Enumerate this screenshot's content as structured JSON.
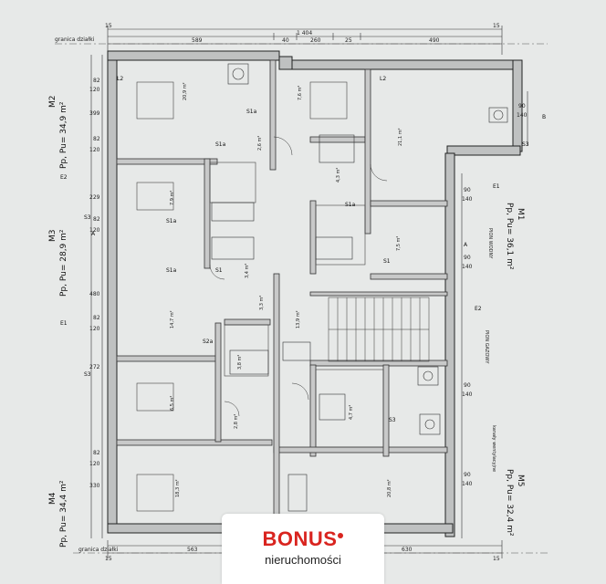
{
  "plot_boundary": {
    "top": "granica działki",
    "bottom": "granica działki"
  },
  "top_dims": {
    "total": "1 404",
    "parts": [
      "589",
      "40",
      "260",
      "25",
      "490"
    ],
    "edges": [
      "15",
      "15"
    ]
  },
  "bottom_dims": {
    "parts": [
      "563",
      "630"
    ],
    "edges": [
      "15",
      "15"
    ]
  },
  "units": [
    {
      "id": "M1",
      "area": "Pp, Pu= 36,1 m²"
    },
    {
      "id": "M2",
      "area": "Pp, Pu= 34,9 m²"
    },
    {
      "id": "M3",
      "area": "Pp, Pu= 28,9 m²"
    },
    {
      "id": "M4",
      "area": "Pp, Pu= 34,4 m²"
    },
    {
      "id": "M5",
      "area": "Pp, Pu= 32,4 m²"
    }
  ],
  "room_areas": [
    "20,9 m²",
    "7,6 m²",
    "21,1 m²",
    "2,6 m²",
    "4,3 m²",
    "7,5 m²",
    "7,9 m²",
    "3,4 m²",
    "14,7 m²",
    "3,3 m²",
    "3,8 m²",
    "13,9 m²",
    "6,5 m²",
    "4,7 m²",
    "2,8 m²",
    "18,3 m²",
    "20,8 m²"
  ],
  "labels": {
    "water": "PION WODNY",
    "gas": "PION GAZOWY",
    "ventilation": "kanały wentylacyjne"
  },
  "codes": [
    "L2",
    "L2",
    "S1a",
    "S1a",
    "S1a",
    "S1a",
    "S1a",
    "S2a",
    "S3",
    "S3",
    "S3",
    "S3",
    "S1",
    "S1",
    "A",
    "A",
    "B",
    "E1",
    "E1",
    "E2",
    "E2"
  ],
  "side_dims": [
    "82",
    "120",
    "399",
    "82",
    "120",
    "229",
    "82",
    "120",
    "480",
    "82",
    "120",
    "272",
    "82",
    "120",
    "330",
    "90",
    "140",
    "90",
    "140",
    "90",
    "140",
    "90",
    "140",
    "90",
    "140"
  ],
  "brand": {
    "name": "BONUS",
    "tagline": "nieruchomości",
    "color": "#d9241f"
  }
}
